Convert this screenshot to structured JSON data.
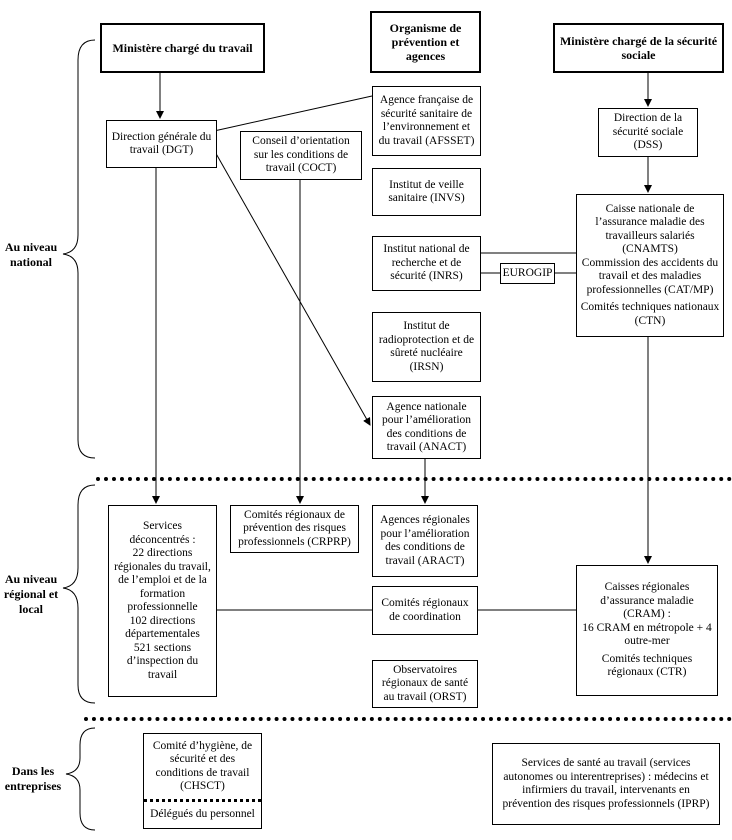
{
  "headers": {
    "travail": "Ministère chargé du travail",
    "organismes": "Organisme de prévention et agences",
    "securite_sociale": "Ministère chargé de la sécurité sociale"
  },
  "levels": {
    "national": "Au niveau national",
    "regional": "Au niveau régional et local",
    "entreprises": "Dans les entreprises"
  },
  "national": {
    "dgt": "Direction générale du travail (DGT)",
    "coct": "Conseil d’orientation sur les conditions de travail (COCT)",
    "afsset": "Agence française de sécurité sanitaire de l’environnement et du travail (AFSSET)",
    "invs": "Institut de veille sanitaire (INVS)",
    "inrs": "Institut national de recherche et de sécurité (INRS)",
    "eurogip": "EUROGIP",
    "irsn": "Institut de radioprotection et de sûreté nucléaire (IRSN)",
    "anact": "Agence nationale pour l’amélioration des conditions de travail (ANACT)",
    "dss": "Direction de la sécurité sociale (DSS)",
    "cnamts": "Caisse nationale de l’assurance maladie des travailleurs salariés (CNAMTS)",
    "catmp": "Commission des accidents du travail et des maladies professionnelles (CAT/MP)",
    "ctn": "Comités techniques nationaux (CTN)"
  },
  "regional": {
    "services_title": "Services déconcentrés :",
    "services_1": "22 directions régionales du travail, de l’emploi et de la formation professionnelle",
    "services_2": "102 directions départementales",
    "services_3": "521 sections d’inspection du travail",
    "crprp": "Comités régionaux de prévention des risques professionnels (CRPRP)",
    "aract": "Agences régionales pour l’amélioration des conditions de travail (ARACT)",
    "coordination": "Comités régionaux de coordination",
    "orst": "Observatoires régionaux de santé au travail (ORST)",
    "cram_1": "Caisses régionales d’assurance maladie (CRAM) :",
    "cram_2": "16 CRAM en métropole + 4 outre-mer",
    "ctr": "Comités techniques régionaux (CTR)"
  },
  "entreprises": {
    "chsct": "Comité d’hygiène, de sécurité et des conditions de travail (CHSCT)",
    "delegues": "Délégués du personnel",
    "sante_travail": "Services de santé au travail (services autonomes ou interentreprises) : médecins et infirmiers du travail, intervenants en prévention des risques professionnels (IPRP)"
  }
}
